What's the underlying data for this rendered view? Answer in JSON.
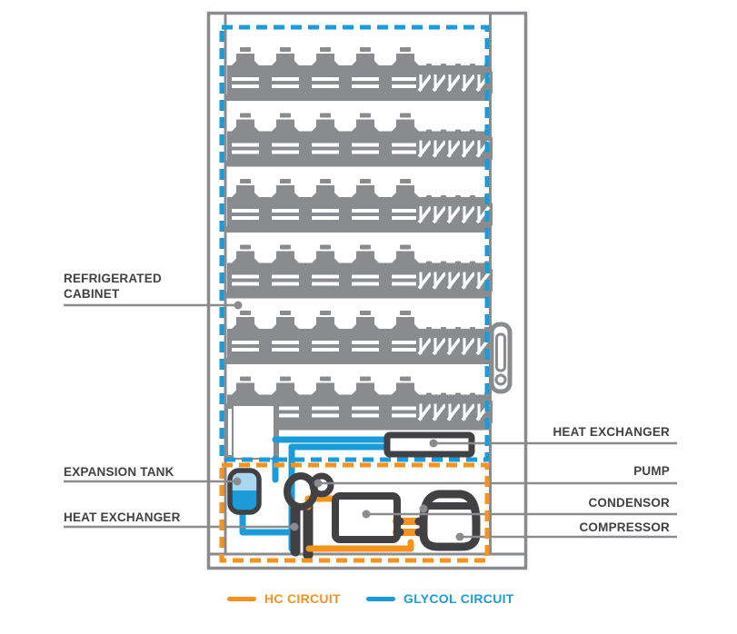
{
  "palette": {
    "cabinet_gray": "#898B8E",
    "component_dark": "#414042",
    "glycol_blue": "#1B9CD9",
    "tank_light_blue": "#A9D7F1",
    "hc_orange": "#F6921E",
    "background": "#FFFFFF"
  },
  "labels": {
    "refrigerated_cabinet": "REFRIGERATED CABINET",
    "expansion_tank": "EXPANSION TANK",
    "heat_exchanger_left": "HEAT EXCHANGER",
    "heat_exchanger_right": "HEAT EXCHANGER",
    "pump": "PUMP",
    "condensor": "CONDENSOR",
    "compressor": "COMPRESSOR"
  },
  "legend": {
    "hc": {
      "label": "HC CIRCUIT",
      "color": "#F6921E"
    },
    "glycol": {
      "label": "GLYCOL CIRCUIT",
      "color": "#1B9CD9"
    }
  },
  "cabinet": {
    "shelf_rows": 6,
    "bottles_per_row": 5,
    "cans_per_row": 5
  }
}
